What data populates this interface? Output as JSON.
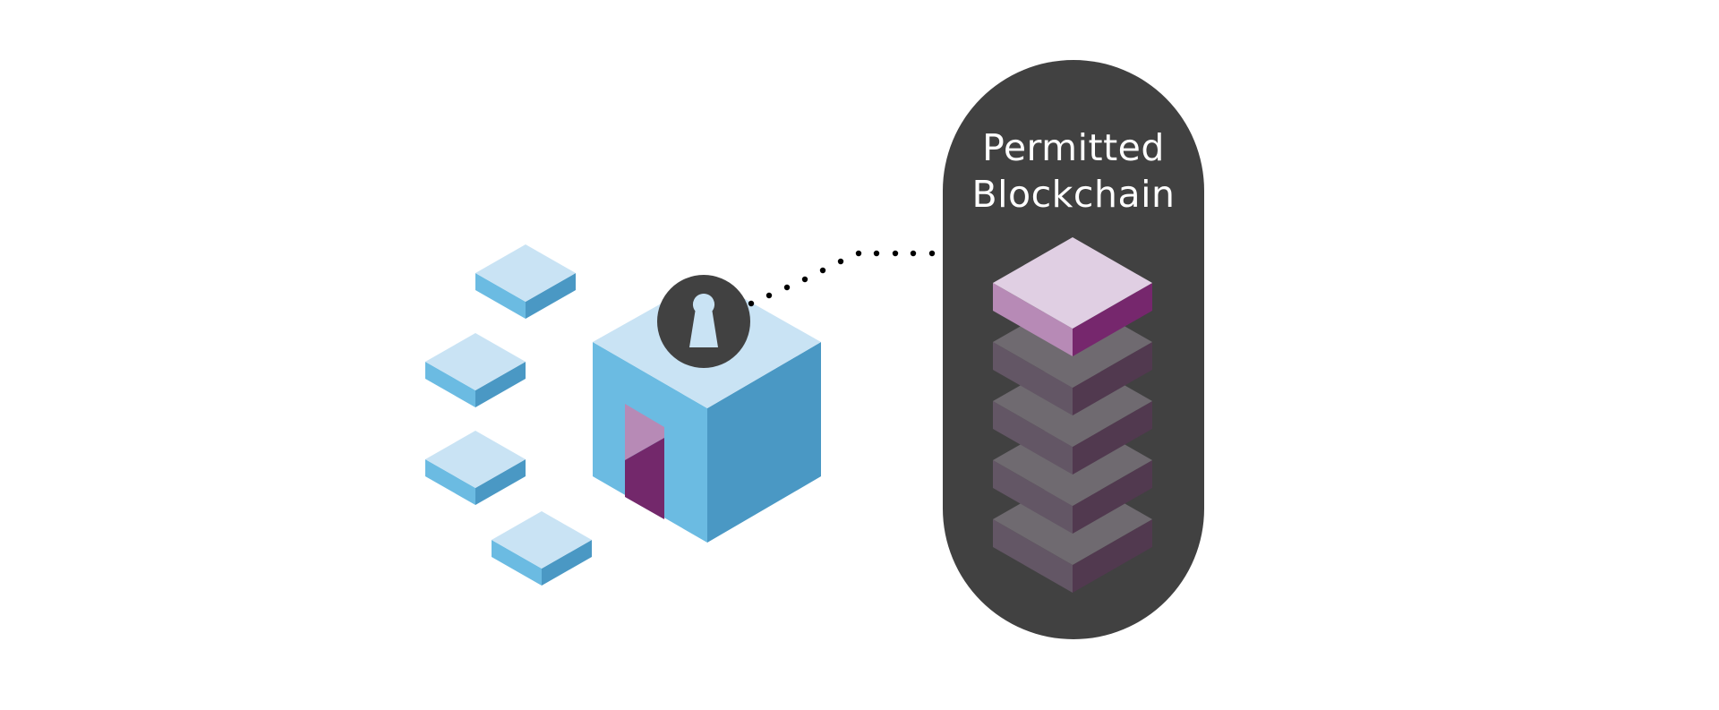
{
  "diagram": {
    "title_line1": "Permitted",
    "title_line2": "Blockchain",
    "colors": {
      "pill": "#414141",
      "lock_circle": "#414141",
      "keyhole": "#c9e3f4",
      "cube_top": "#c9e3f4",
      "cube_left": "#6bbbe2",
      "cube_right": "#4a98c4",
      "door_light": "#b78ab6",
      "door_dark": "#73286b",
      "active_block_top": "#e0cfe3",
      "active_block_left": "#b78ab6",
      "active_block_right": "#76276d",
      "stack_block_top": "#6f6a70",
      "stack_block_left": "#635665",
      "stack_block_right": "#51394f",
      "connector_dots": "#000000"
    },
    "nodes": [
      {
        "name": "private-data-tile",
        "count": 4
      },
      {
        "name": "secured-cube",
        "locked": true
      }
    ],
    "chain": {
      "total_blocks": 5,
      "highlighted_block_index": 0
    },
    "connector": {
      "style": "dotted",
      "from": "lock-icon",
      "to": "permitted-blockchain"
    }
  }
}
